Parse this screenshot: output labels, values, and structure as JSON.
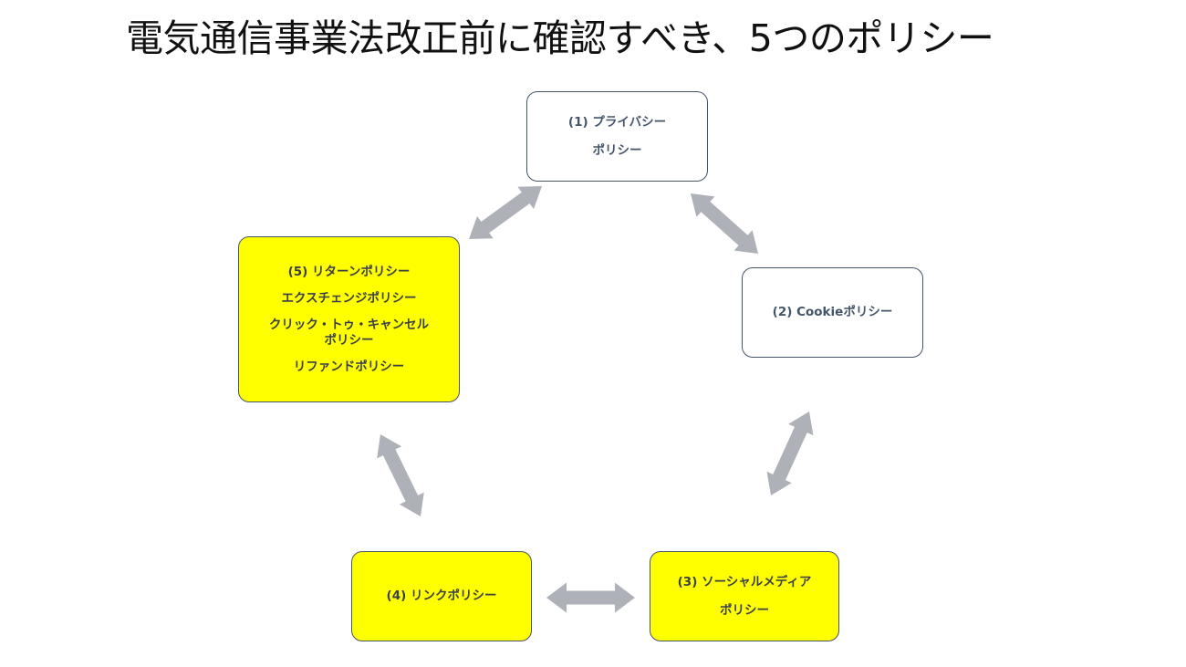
{
  "title": "電気通信事業法改正前に確認すべき、5つのポリシー",
  "colors": {
    "highlight_fill": "#ffff00",
    "plain_fill": "#ffffff",
    "border": "#44546a",
    "arrow": "#aeb1b7"
  },
  "boxes": {
    "policy1": {
      "lines": [
        "(1) プライバシー",
        "ポリシー"
      ],
      "highlighted": false
    },
    "policy2": {
      "lines": [
        "(2) Cookieポリシー"
      ],
      "highlighted": false
    },
    "policy3": {
      "lines": [
        "(3) ソーシャルメディア",
        "ポリシー"
      ],
      "highlighted": true
    },
    "policy4": {
      "lines": [
        "(4) リンクポリシー"
      ],
      "highlighted": true
    },
    "policy5": {
      "lines": [
        "(5) リターンポリシー",
        "エクスチェンジポリシー",
        "クリック・トゥ・キャンセル",
        "ポリシー",
        "リファンドポリシー"
      ],
      "highlighted": true
    }
  },
  "connections": [
    {
      "from": "policy1",
      "to": "policy5",
      "type": "bidirectional"
    },
    {
      "from": "policy1",
      "to": "policy2",
      "type": "bidirectional"
    },
    {
      "from": "policy2",
      "to": "policy3",
      "type": "bidirectional"
    },
    {
      "from": "policy3",
      "to": "policy4",
      "type": "bidirectional"
    },
    {
      "from": "policy4",
      "to": "policy5",
      "type": "bidirectional"
    }
  ]
}
